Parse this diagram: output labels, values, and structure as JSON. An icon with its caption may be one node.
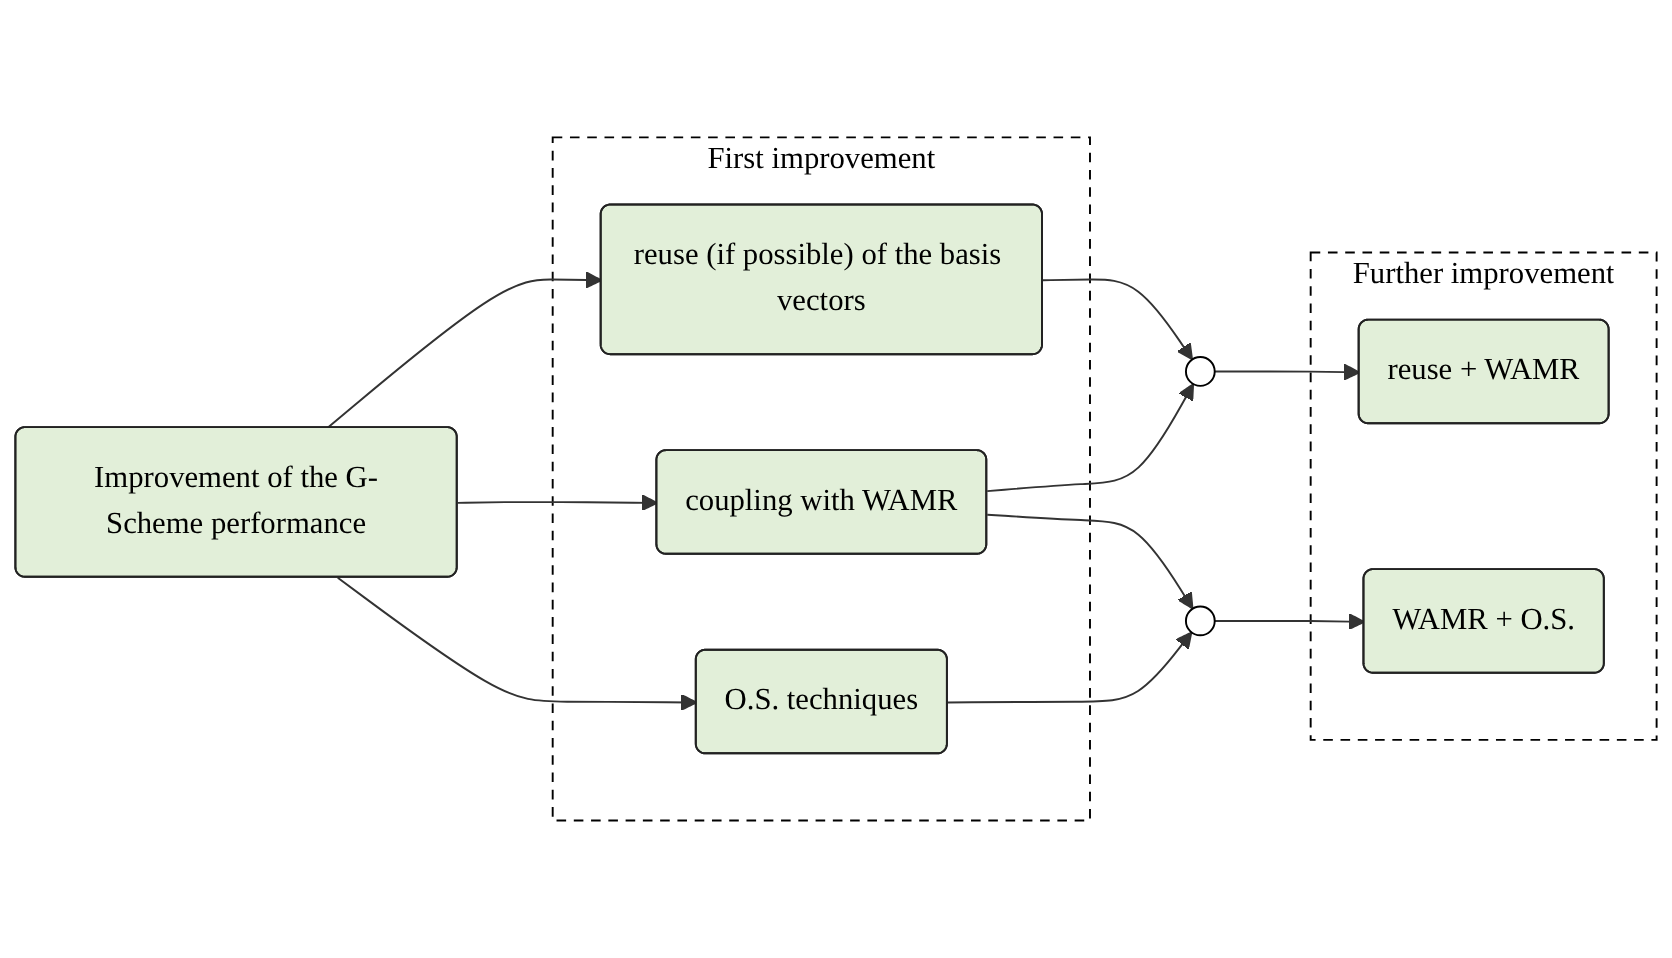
{
  "diagram": {
    "nodes": [
      {
        "text": [
          "Improvement of the G-Scheme performance"
        ]
      },
      {
        "text": [
          "First improvement"
        ]
      },
      {
        "text": [
          "reuse (if possible) of the basis vectors"
        ],
        "in": 1
      },
      {
        "text": [
          "coupling with WAMR"
        ],
        "in": 1
      },
      {
        "text": [
          "O.S. techniques"
        ],
        "in": 1
      },
      {
        "text": [
          "Further improvement"
        ]
      },
      {
        "text": [
          "reuse + WAMR"
        ],
        "in": 5
      },
      {
        "text": [
          "WAMR + O.S."
        ],
        "in": 5
      },
      {
        "text": [],
        "shape": "circle"
      },
      {
        "text": [],
        "shape": "circle"
      }
    ],
    "edges": [
      {
        "from": 0,
        "to": 2,
        "arrow": "to"
      },
      {
        "from": 0,
        "to": 3,
        "arrow": "to"
      },
      {
        "from": 0,
        "to": 4,
        "arrow": "to"
      },
      {
        "from": 2,
        "to": 8,
        "arrow": "to"
      },
      {
        "from": 3,
        "to": 8,
        "arrow": "to"
      },
      {
        "from": 8,
        "to": 6,
        "arrow": "to"
      },
      {
        "from": 3,
        "to": 9,
        "arrow": "to"
      },
      {
        "from": 4,
        "to": 9,
        "arrow": "to"
      },
      {
        "from": 9,
        "to": 7,
        "arrow": "to"
      }
    ]
  }
}
